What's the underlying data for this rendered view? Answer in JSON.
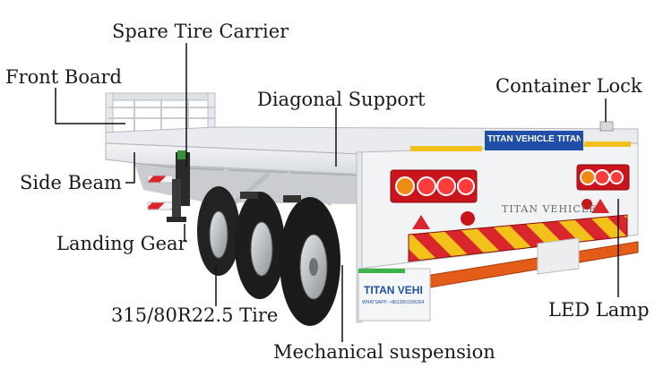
{
  "labels": {
    "spare_tire_carrier": "Spare Tire Carrier",
    "front_board": "Front Board",
    "diagonal_support": "Diagonal Support",
    "container_lock": "Container Lock",
    "side_beam": "Side Beam",
    "landing_gear": "Landing Gear",
    "tire": "315/80R22.5 Tire",
    "led_lamp": "LED Lamp",
    "mechanical_suspension": "Mechanical suspension"
  },
  "trailer": {
    "brand_banner": "TITAN VEHICLE TITAN VEHICLE",
    "rear_text": "TITAN VEHICLE",
    "mudflap_brand": "TITAN VEHI",
    "mudflap_whatsapp": "WHATSAPP: +8613061506364"
  },
  "colors": {
    "body": "#f1f2f4",
    "banner": "#1f4fa6",
    "stripe_red": "#d8262c",
    "stripe_yellow": "#f2c21b",
    "lamp_red": "#c9141b",
    "bumper": "#e35d18",
    "tire": "#222222",
    "leader": "#111111"
  }
}
